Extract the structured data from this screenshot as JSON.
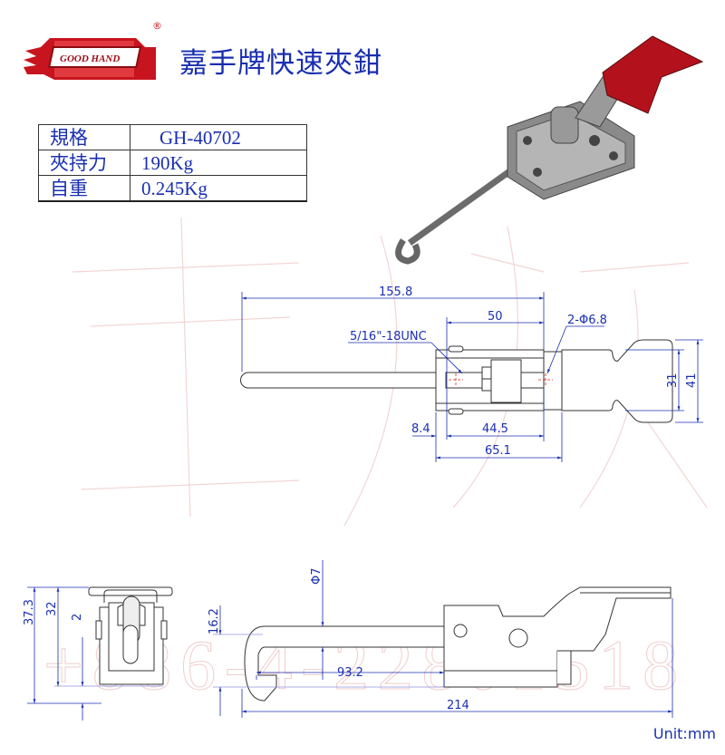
{
  "logo": {
    "text": "GOOD HAND",
    "registered": "®"
  },
  "title": "嘉手牌快速夾鉗",
  "specs": [
    {
      "label": "規格",
      "value": "GH-40702"
    },
    {
      "label": "夾持力",
      "value": "190Kg"
    },
    {
      "label": "自重",
      "value": "0.245Kg"
    }
  ],
  "watermark": {
    "phone": "+886-4-22801518"
  },
  "top_view": {
    "overall_length": "155.8",
    "hole_spacing": "50",
    "thread": "5/16\"-18UNC",
    "holes": "2-Φ6.8",
    "inner_width": "31",
    "outer_width": "41",
    "offset": "8.4",
    "hole_to_hole": "44.5",
    "base_length": "65.1"
  },
  "side_view": {
    "height_total": "37.3",
    "height": "32",
    "offset": "2",
    "rod_diameter": "Φ7",
    "hook_height": "16.2",
    "hook_reach": "93.2",
    "total_length": "214"
  },
  "unit": "Unit:mm",
  "colors": {
    "dimension": "#1a2fb0",
    "handle": "#b3121c",
    "logo": "#c8141e",
    "watermark": "#f0c8c8"
  }
}
